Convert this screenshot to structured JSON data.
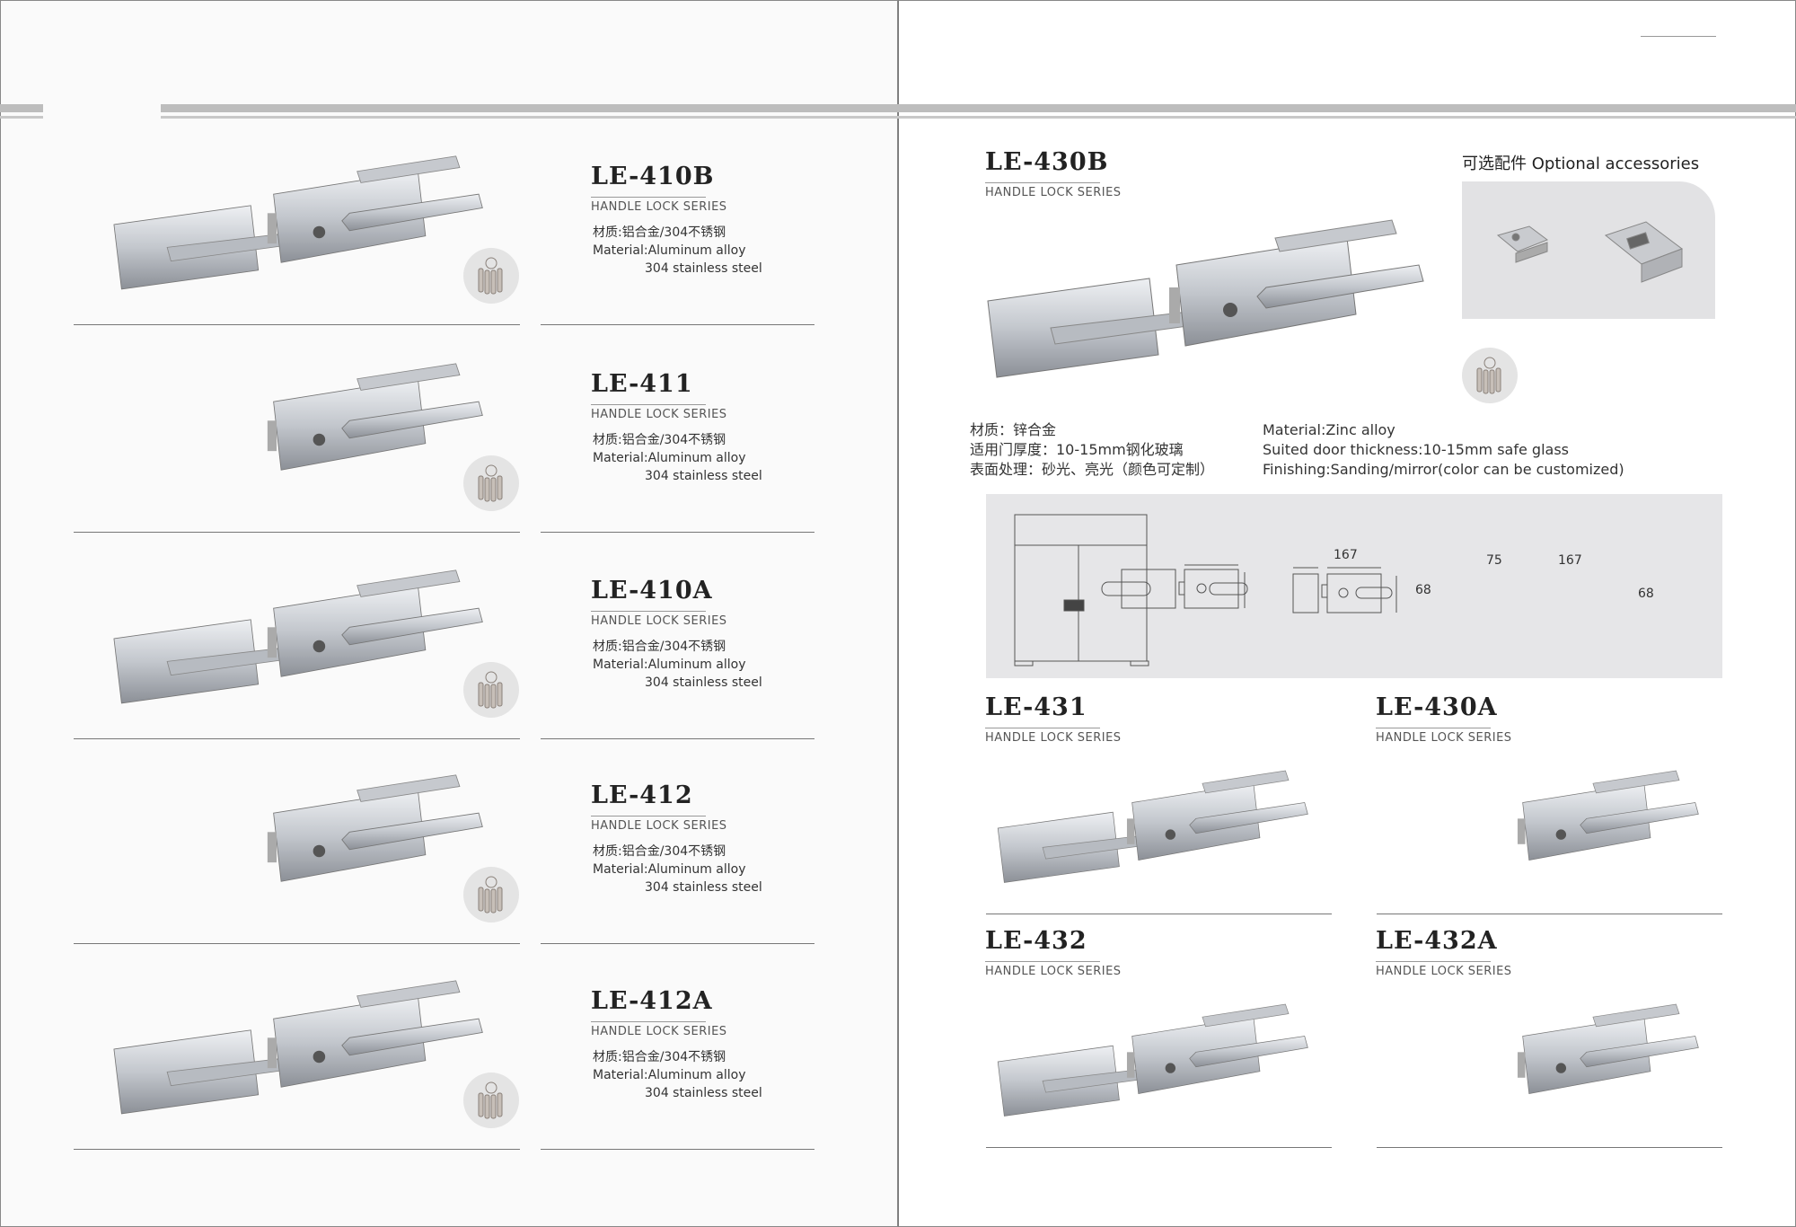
{
  "left_page": {
    "products": [
      {
        "model": "LE-410B",
        "series": "HANDLE LOCK SERIES",
        "material_cn": "材质:铝合金/304不锈钢",
        "material_en": "Material:Aluminum alloy",
        "material_en2": "304 stainless steel"
      },
      {
        "model": "LE-411",
        "series": "HANDLE LOCK SERIES",
        "material_cn": "材质:铝合金/304不锈钢",
        "material_en": "Material:Aluminum alloy",
        "material_en2": "304 stainless steel"
      },
      {
        "model": "LE-410A",
        "series": "HANDLE LOCK SERIES",
        "material_cn": "材质:铝合金/304不锈钢",
        "material_en": "Material:Aluminum alloy",
        "material_en2": "304 stainless steel"
      },
      {
        "model": "LE-412",
        "series": "HANDLE LOCK SERIES",
        "material_cn": "材质:铝合金/304不锈钢",
        "material_en": "Material:Aluminum alloy",
        "material_en2": "304 stainless steel"
      },
      {
        "model": "LE-412A",
        "series": "HANDLE LOCK SERIES",
        "material_cn": "材质:铝合金/304不锈钢",
        "material_en": "Material:Aluminum alloy",
        "material_en2": "304 stainless steel"
      }
    ]
  },
  "right_page": {
    "featured": {
      "model": "LE-430B",
      "series": "HANDLE LOCK SERIES"
    },
    "accessories_title": "可选配件 Optional accessories",
    "specs_cn": [
      "材质：锌合金",
      "适用门厚度：10-15mm钢化玻璃",
      "表面处理：砂光、亮光（颜色可定制）"
    ],
    "specs_en": [
      "Material:Zinc alloy",
      "Suited door thickness:10-15mm safe glass",
      "Finishing:Sanding/mirror(color can be customized)"
    ],
    "dimensions": {
      "width_a": "167",
      "height_a": "68",
      "width_b": "75",
      "width_c": "167",
      "height_c": "68"
    },
    "products": [
      {
        "model": "LE-431",
        "series": "HANDLE LOCK SERIES"
      },
      {
        "model": "LE-430A",
        "series": "HANDLE LOCK SERIES"
      },
      {
        "model": "LE-432",
        "series": "HANDLE LOCK SERIES"
      },
      {
        "model": "LE-432A",
        "series": "HANDLE LOCK SERIES"
      }
    ]
  }
}
